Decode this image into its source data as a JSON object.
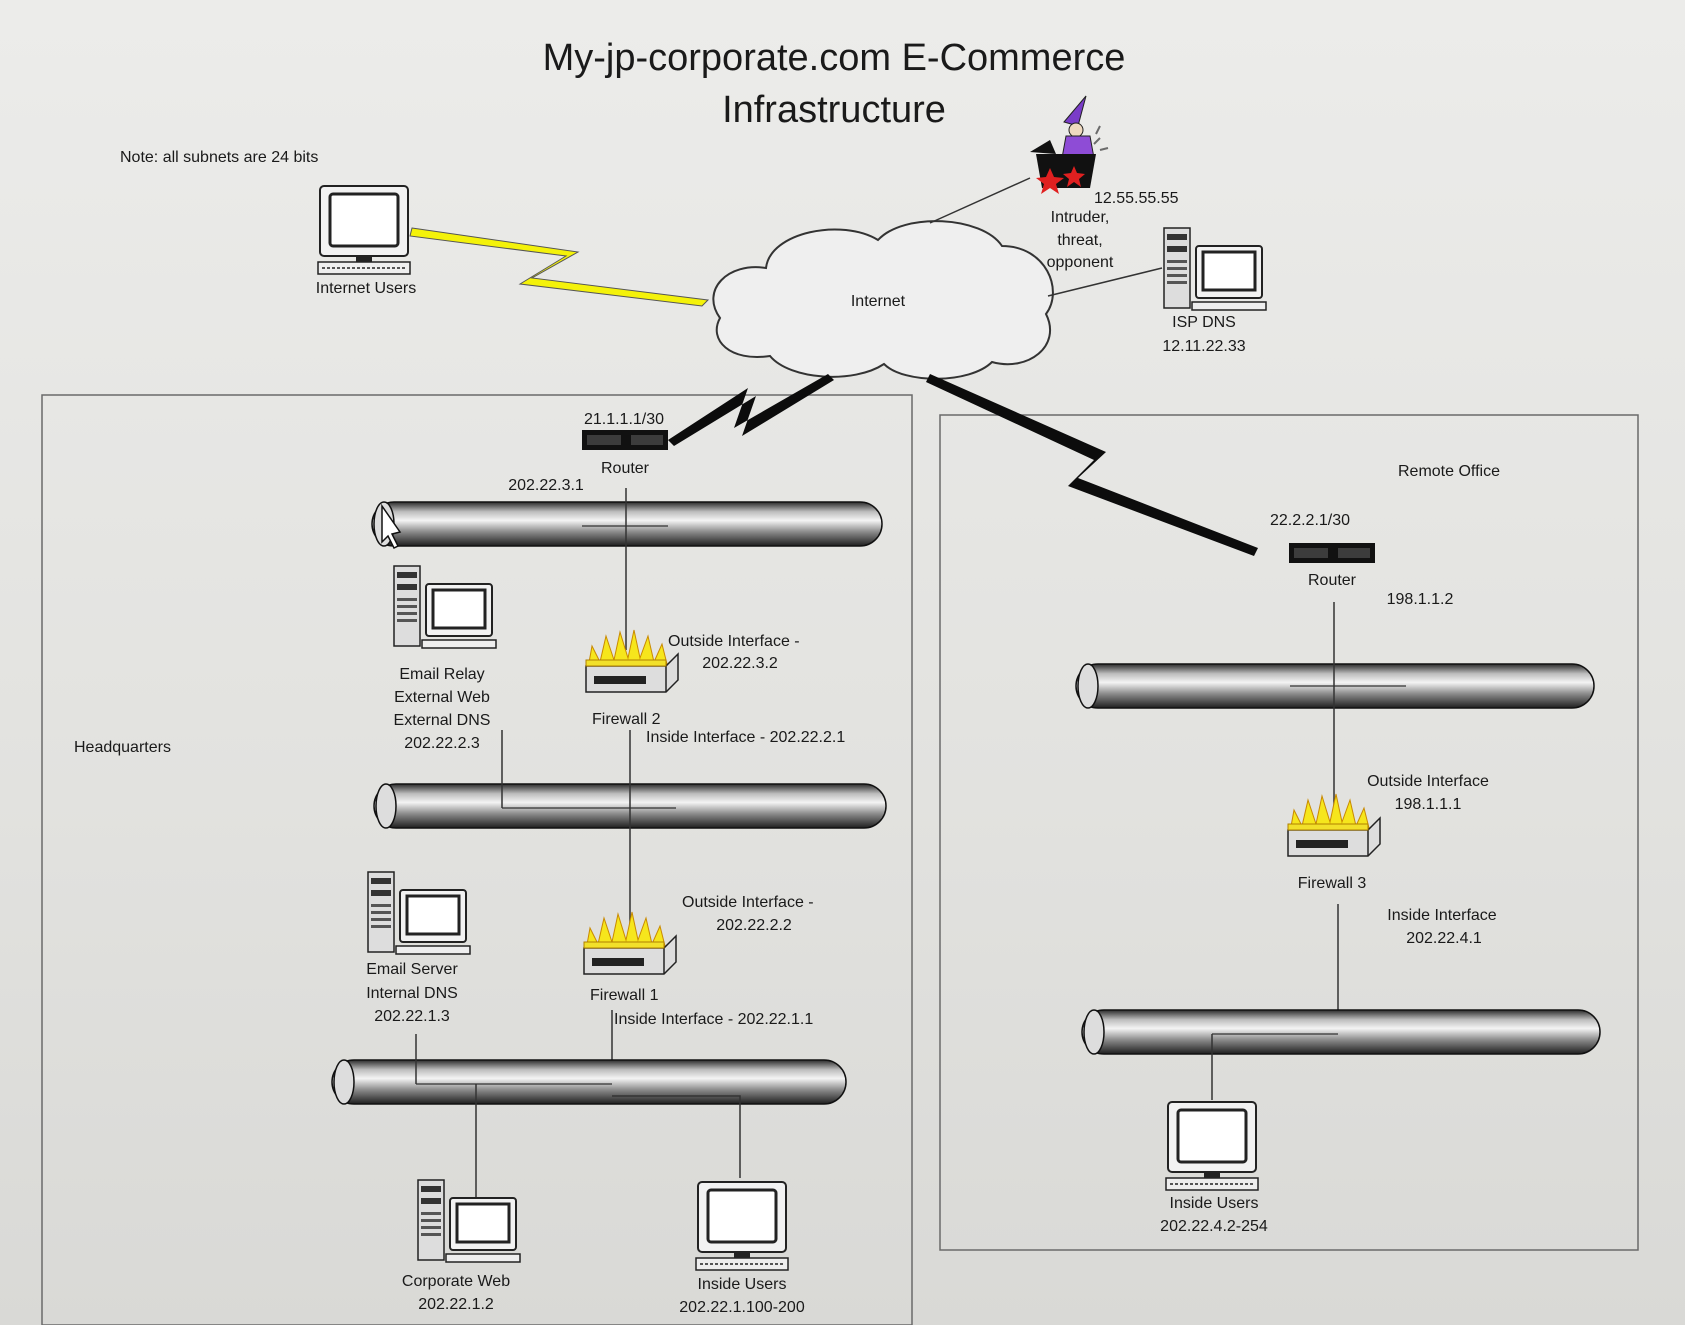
{
  "title": {
    "line1": "My-jp-corporate.com E-Commerce",
    "line2": "Infrastructure"
  },
  "note": "Note: all subnets are 24 bits",
  "internet": {
    "label": "Internet",
    "internet_users": "Internet Users",
    "intruder": {
      "ip": "12.55.55.55",
      "line1": "Intruder,",
      "line2": "threat,",
      "line3": "opponent"
    },
    "isp_dns": {
      "label": "ISP DNS",
      "ip": "12.11.22.33"
    }
  },
  "headquarters": {
    "label": "Headquarters",
    "router": {
      "label": "Router",
      "wan_ip": "21.1.1.1/30",
      "lan_ip": "202.22.3.1"
    },
    "email_relay": {
      "line1": "Email Relay",
      "line2": "External Web",
      "line3": "External DNS",
      "ip": "202.22.2.3"
    },
    "firewall2": {
      "label": "Firewall 2",
      "outside_line1": "Outside Interface -",
      "outside_ip": "202.22.3.2",
      "inside": "Inside Interface - 202.22.2.1"
    },
    "email_server": {
      "line1": "Email Server",
      "line2": "Internal DNS",
      "ip": "202.22.1.3"
    },
    "firewall1": {
      "label": "Firewall 1",
      "outside_line1": "Outside Interface -",
      "outside_ip": "202.22.2.2",
      "inside": "Inside Interface - 202.22.1.1"
    },
    "corporate_web": {
      "label": "Corporate  Web",
      "ip": "202.22.1.2"
    },
    "inside_users": {
      "label": "Inside Users",
      "ip": "202.22.1.100-200"
    }
  },
  "remote_office": {
    "label": "Remote Office",
    "router": {
      "label": "Router",
      "wan_ip": "22.2.2.1/30",
      "lan_ip": "198.1.1.2"
    },
    "firewall3": {
      "label": "Firewall 3",
      "outside_line1": "Outside Interface",
      "outside_ip": "198.1.1.1",
      "inside_line1": "Inside Interface",
      "inside_ip": "202.22.4.1"
    },
    "inside_users": {
      "label": "Inside Users",
      "ip": "202.22.4.2-254"
    }
  },
  "colors": {
    "background": "#e4e4e2",
    "lightning": "#f4f20a",
    "flame": "#f6e61c",
    "wan_link": "#0c0c0c"
  }
}
